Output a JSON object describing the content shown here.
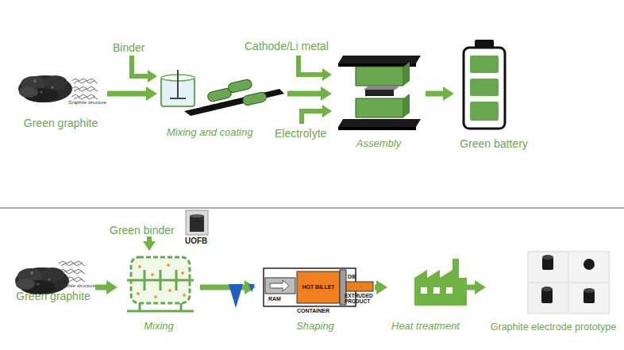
{
  "diagram": {
    "nodes": [
      {
        "text": [
          "Green graphite"
        ]
      },
      {
        "text": [
          "Mixing and coating"
        ]
      },
      {
        "text": [
          "Assembly"
        ]
      },
      {
        "text": [
          "Green battery"
        ]
      },
      {
        "text": [
          "Green graphite"
        ]
      },
      {
        "text": [
          "Mixing"
        ]
      },
      {
        "text": [
          "Shaping"
        ]
      },
      {
        "text": [
          "Heat treatment"
        ]
      },
      {
        "text": [
          "Graphite electrode prototype"
        ]
      }
    ],
    "edges": [
      {
        "from": 0,
        "to": 1,
        "arrow": "to"
      },
      {
        "from": 1,
        "to": 2,
        "arrow": "to"
      },
      {
        "from": 2,
        "to": 3,
        "arrow": "to"
      },
      {
        "from": 4,
        "to": 5,
        "arrow": "to"
      },
      {
        "from": 5,
        "to": 6,
        "arrow": "to"
      },
      {
        "from": 6,
        "to": 7,
        "arrow": "to"
      },
      {
        "from": 7,
        "to": 8,
        "arrow": "to"
      }
    ],
    "labels": [
      "Graphite structure",
      "Binder",
      "Cathode/Li metal",
      "Electrolyte",
      "Graphite structure",
      "Green binder",
      "UOFB",
      "RAM",
      "HOT BILLET",
      "DIE",
      "EXTRUDED PRODUCT",
      "CONTAINER"
    ]
  }
}
